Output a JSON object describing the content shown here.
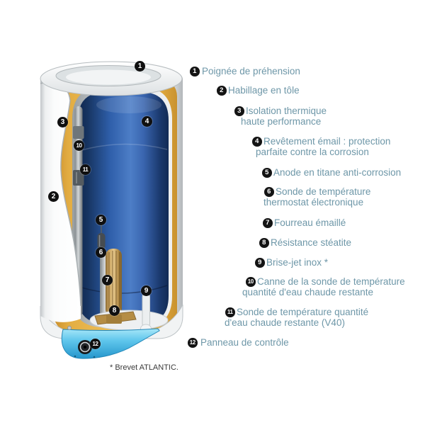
{
  "legend": {
    "items": [
      {
        "num": "1",
        "lines": [
          "Poignée de préhension"
        ]
      },
      {
        "num": "2",
        "lines": [
          "Habillage en tôle"
        ]
      },
      {
        "num": "3",
        "lines": [
          "Isolation thermique",
          "haute performance"
        ]
      },
      {
        "num": "4",
        "lines": [
          "Revêtement émail : protection",
          "parfaite contre la corrosion"
        ]
      },
      {
        "num": "5",
        "lines": [
          "Anode en titane anti-corrosion"
        ]
      },
      {
        "num": "6",
        "lines": [
          "Sonde de température",
          "thermostat électronique"
        ]
      },
      {
        "num": "7",
        "lines": [
          "Fourreau émaillé"
        ]
      },
      {
        "num": "8",
        "lines": [
          "Résistance stéatite"
        ]
      },
      {
        "num": "9",
        "lines": [
          "Brise-jet inox *"
        ]
      },
      {
        "num": "10",
        "lines": [
          "Canne de la sonde de température",
          "quantité d'eau chaude restante"
        ]
      },
      {
        "num": "11",
        "lines": [
          "Sonde de température quantité",
          "d'eau chaude restante (V40)"
        ]
      },
      {
        "num": "12",
        "lines": [
          "Panneau de contrôle"
        ]
      }
    ]
  },
  "footnote": "* Brevet ATLANTIC.",
  "colors": {
    "label_text": "#6e97a8",
    "badge_bg": "#141414",
    "badge_text": "#ffffff",
    "insulation_yellow": "#e9b94d",
    "tank_blue": "#2e5ea9",
    "tank_blue_dark": "#122f60",
    "control_panel_blue": "#5fc6ec",
    "shell_white": "#f5f6f7",
    "resistance_brass": "#c9a25e",
    "footnote_text": "#3a3a3a"
  }
}
